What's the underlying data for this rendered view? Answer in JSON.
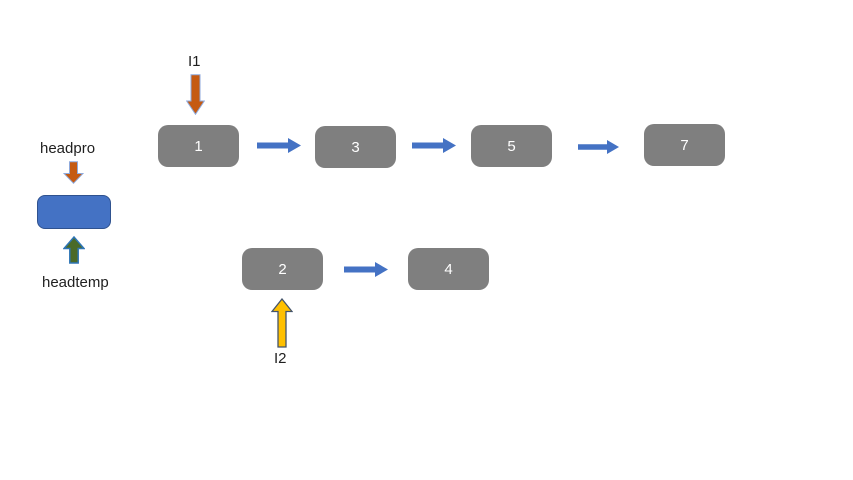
{
  "diagram": {
    "inputs": {
      "input1_label": "I1",
      "input2_label": "I2"
    },
    "flow": {
      "row1_nodes": [
        "1",
        "3",
        "5",
        "7"
      ],
      "row2_nodes": [
        "2",
        "4"
      ]
    },
    "legend": {
      "headpro_label": "headpro",
      "headtemp_label": "headtemp"
    },
    "colors": {
      "node_fill": "#7F7F7F",
      "node_text": "#FFFFFF",
      "flow_arrow": "#4472C4",
      "orange_arrow_fill": "#C55A11",
      "orange_arrow_border": "#8FAADC",
      "yellow_arrow_fill": "#FFC000",
      "yellow_arrow_border": "#44546A",
      "green_arrow_fill": "#4A6A28",
      "green_arrow_border": "#2E75B6",
      "rect_fill": "#4472C4",
      "rect_border": "#2F528F",
      "label_text": "#1F1F1F"
    }
  }
}
